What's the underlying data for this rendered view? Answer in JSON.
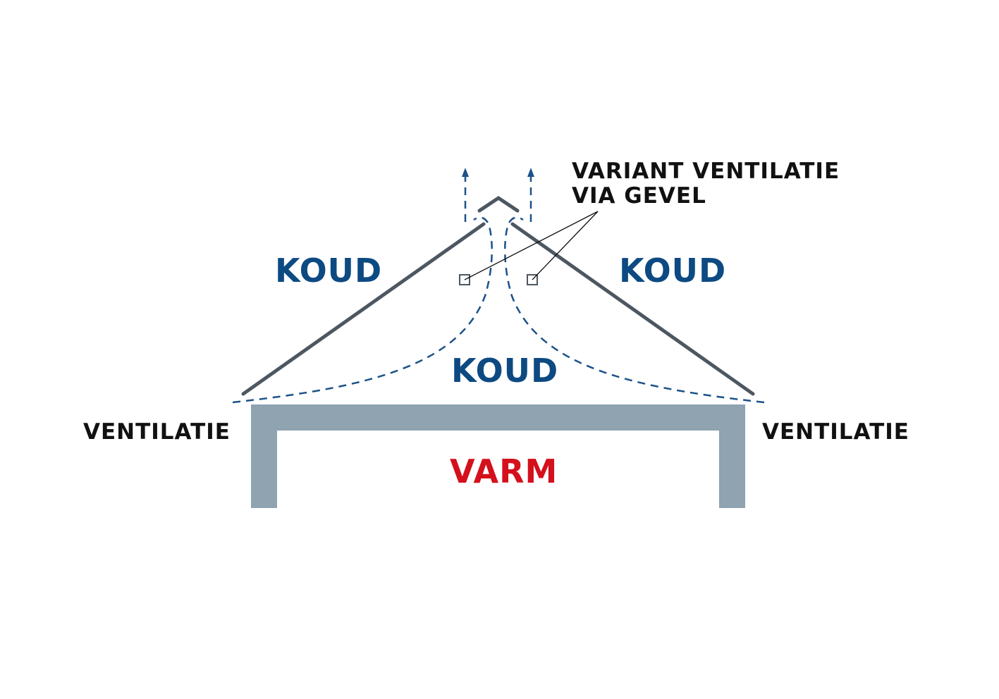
{
  "labels": {
    "variant_line1": "VARIANT VENTILATIE",
    "variant_line2": "VIA GEVEL",
    "koud_left": "KOUD",
    "koud_right": "KOUD",
    "koud_center": "KOUD",
    "varm": "VARM",
    "ventilatie_left": "VENTILATIE",
    "ventilatie_right": "VENTILATIE"
  },
  "colors": {
    "roof": "#4c5761",
    "airflow": "#1c5288",
    "cold_text": "#0d4a82",
    "warm_text": "#d3101c",
    "wall": "#8fa3b1"
  }
}
